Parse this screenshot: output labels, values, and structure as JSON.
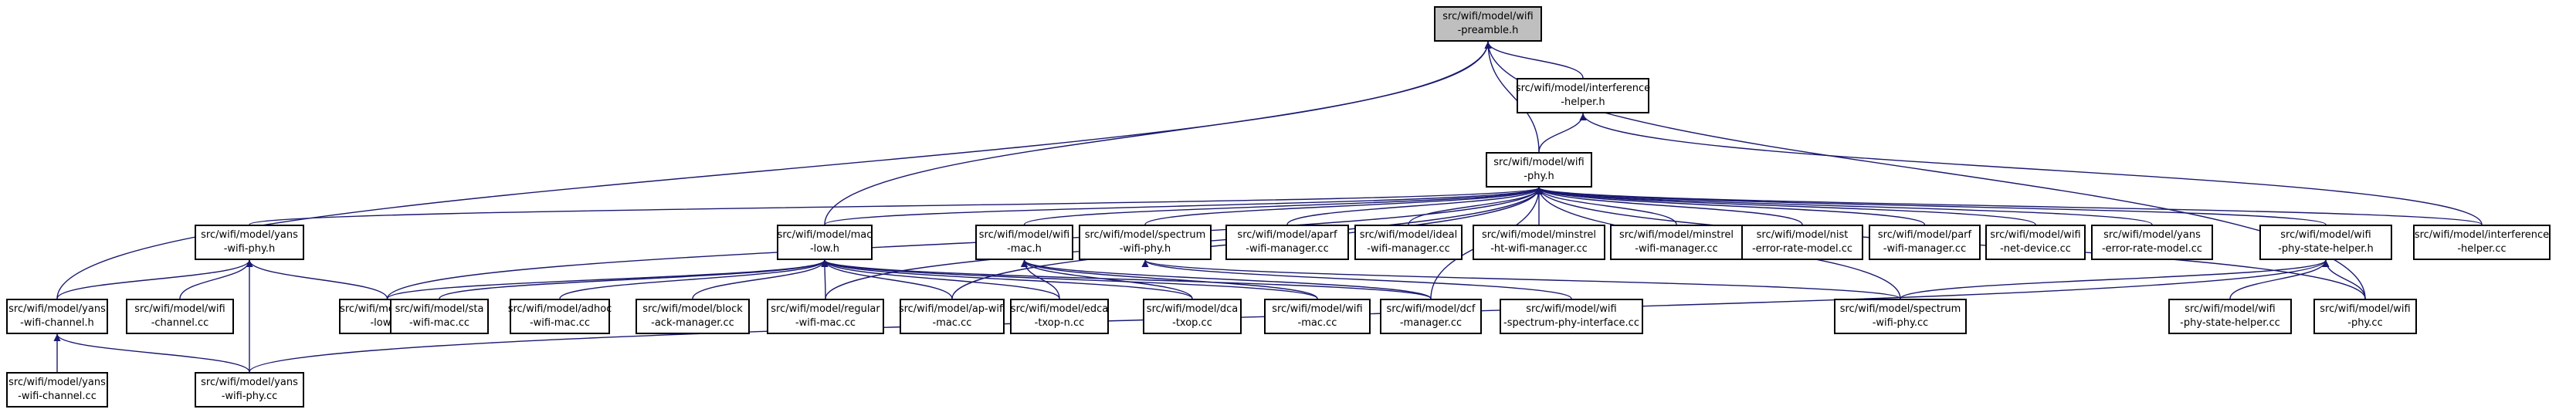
{
  "graph": {
    "edge_color": "#191970",
    "root_fill": "#bfbfbf",
    "nodes": {
      "preamble": {
        "lines": [
          "src/wifi/model/wifi",
          "-preamble.h"
        ],
        "root": true
      },
      "interference": {
        "lines": [
          "src/wifi/model/interference",
          "-helper.h"
        ]
      },
      "wifiphy_h": {
        "lines": [
          "src/wifi/model/wifi",
          "-phy.h"
        ]
      },
      "yans_phy_h": {
        "lines": [
          "src/wifi/model/yans",
          "-wifi-phy.h"
        ]
      },
      "maclow_h": {
        "lines": [
          "src/wifi/model/mac",
          "-low.h"
        ]
      },
      "wifimac_h": {
        "lines": [
          "src/wifi/model/wifi",
          "-mac.h"
        ]
      },
      "spectrum_h": {
        "lines": [
          "src/wifi/model/spectrum",
          "-wifi-phy.h"
        ]
      },
      "aparf": {
        "lines": [
          "src/wifi/model/aparf",
          "-wifi-manager.cc"
        ]
      },
      "ideal": {
        "lines": [
          "src/wifi/model/ideal",
          "-wifi-manager.cc"
        ]
      },
      "minstrel_ht": {
        "lines": [
          "src/wifi/model/minstrel",
          "-ht-wifi-manager.cc"
        ]
      },
      "minstrel": {
        "lines": [
          "src/wifi/model/minstrel",
          "-wifi-manager.cc"
        ]
      },
      "nist": {
        "lines": [
          "src/wifi/model/nist",
          "-error-rate-model.cc"
        ]
      },
      "parf": {
        "lines": [
          "src/wifi/model/parf",
          "-wifi-manager.cc"
        ]
      },
      "netdevice": {
        "lines": [
          "src/wifi/model/wifi",
          "-net-device.cc"
        ]
      },
      "yans_err": {
        "lines": [
          "src/wifi/model/yans",
          "-error-rate-model.cc"
        ]
      },
      "statehelper_h": {
        "lines": [
          "src/wifi/model/wifi",
          "-phy-state-helper.h"
        ]
      },
      "interf_cc": {
        "lines": [
          "src/wifi/model/interference",
          "-helper.cc"
        ]
      },
      "yans_chan_h": {
        "lines": [
          "src/wifi/model/yans",
          "-wifi-channel.h"
        ]
      },
      "wifichan_cc": {
        "lines": [
          "src/wifi/model/wifi",
          "-channel.cc"
        ]
      },
      "maclow_cc": {
        "lines": [
          "src/wifi/model/mac",
          "-low.cc"
        ]
      },
      "sta": {
        "lines": [
          "src/wifi/model/sta",
          "-wifi-mac.cc"
        ]
      },
      "adhoc": {
        "lines": [
          "src/wifi/model/adhoc",
          "-wifi-mac.cc"
        ]
      },
      "block": {
        "lines": [
          "src/wifi/model/block",
          "-ack-manager.cc"
        ]
      },
      "regular": {
        "lines": [
          "src/wifi/model/regular",
          "-wifi-mac.cc"
        ]
      },
      "ap": {
        "lines": [
          "src/wifi/model/ap-wifi",
          "-mac.cc"
        ]
      },
      "edca": {
        "lines": [
          "src/wifi/model/edca",
          "-txop-n.cc"
        ]
      },
      "dca": {
        "lines": [
          "src/wifi/model/dca",
          "-txop.cc"
        ]
      },
      "wifimac_cc": {
        "lines": [
          "src/wifi/model/wifi",
          "-mac.cc"
        ]
      },
      "dcf": {
        "lines": [
          "src/wifi/model/dcf",
          "-manager.cc"
        ]
      },
      "spec_iface": {
        "lines": [
          "src/wifi/model/wifi",
          "-spectrum-phy-interface.cc"
        ]
      },
      "spec_cc": {
        "lines": [
          "src/wifi/model/spectrum",
          "-wifi-phy.cc"
        ]
      },
      "statehelper_cc": {
        "lines": [
          "src/wifi/model/wifi",
          "-phy-state-helper.cc"
        ]
      },
      "wifiphy_cc": {
        "lines": [
          "src/wifi/model/wifi",
          "-phy.cc"
        ]
      },
      "yans_chan_cc": {
        "lines": [
          "src/wifi/model/yans",
          "-wifi-channel.cc"
        ]
      },
      "yans_phy_cc": {
        "lines": [
          "src/wifi/model/yans",
          "-wifi-phy.cc"
        ]
      }
    },
    "edges": [
      [
        "interference",
        "preamble"
      ],
      [
        "wifiphy_h",
        "preamble"
      ],
      [
        "maclow_h",
        "preamble"
      ],
      [
        "yans_chan_h",
        "preamble"
      ],
      [
        "wifiphy_cc",
        "preamble"
      ],
      [
        "wifiphy_h",
        "interference"
      ],
      [
        "interf_cc",
        "interference"
      ],
      [
        "yans_phy_h",
        "wifiphy_h"
      ],
      [
        "maclow_h",
        "wifiphy_h"
      ],
      [
        "wifimac_h",
        "wifiphy_h"
      ],
      [
        "spectrum_h",
        "wifiphy_h"
      ],
      [
        "aparf",
        "wifiphy_h"
      ],
      [
        "ideal",
        "wifiphy_h"
      ],
      [
        "minstrel_ht",
        "wifiphy_h"
      ],
      [
        "minstrel",
        "wifiphy_h"
      ],
      [
        "nist",
        "wifiphy_h"
      ],
      [
        "parf",
        "wifiphy_h"
      ],
      [
        "netdevice",
        "wifiphy_h"
      ],
      [
        "yans_err",
        "wifiphy_h"
      ],
      [
        "statehelper_h",
        "wifiphy_h"
      ],
      [
        "interf_cc",
        "wifiphy_h"
      ],
      [
        "wifiphy_cc",
        "wifiphy_h"
      ],
      [
        "maclow_cc",
        "wifiphy_h"
      ],
      [
        "regular",
        "wifiphy_h"
      ],
      [
        "ap",
        "wifiphy_h"
      ],
      [
        "dcf",
        "wifiphy_h"
      ],
      [
        "spec_cc",
        "wifiphy_h"
      ],
      [
        "yans_chan_h",
        "yans_phy_h"
      ],
      [
        "wifichan_cc",
        "yans_phy_h"
      ],
      [
        "maclow_cc",
        "yans_phy_h"
      ],
      [
        "yans_phy_cc",
        "yans_phy_h"
      ],
      [
        "maclow_cc",
        "maclow_h"
      ],
      [
        "sta",
        "maclow_h"
      ],
      [
        "adhoc",
        "maclow_h"
      ],
      [
        "block",
        "maclow_h"
      ],
      [
        "regular",
        "maclow_h"
      ],
      [
        "ap",
        "maclow_h"
      ],
      [
        "edca",
        "maclow_h"
      ],
      [
        "dca",
        "maclow_h"
      ],
      [
        "wifimac_cc",
        "maclow_h"
      ],
      [
        "dcf",
        "maclow_h"
      ],
      [
        "edca",
        "wifimac_h"
      ],
      [
        "dca",
        "wifimac_h"
      ],
      [
        "wifimac_cc",
        "wifimac_h"
      ],
      [
        "dcf",
        "wifimac_h"
      ],
      [
        "spec_iface",
        "spectrum_h"
      ],
      [
        "spec_cc",
        "spectrum_h"
      ],
      [
        "spec_cc",
        "statehelper_h"
      ],
      [
        "statehelper_cc",
        "statehelper_h"
      ],
      [
        "wifiphy_cc",
        "statehelper_h"
      ],
      [
        "yans_phy_cc",
        "statehelper_h"
      ],
      [
        "yans_chan_cc",
        "yans_chan_h"
      ],
      [
        "yans_phy_cc",
        "yans_chan_h"
      ]
    ]
  }
}
